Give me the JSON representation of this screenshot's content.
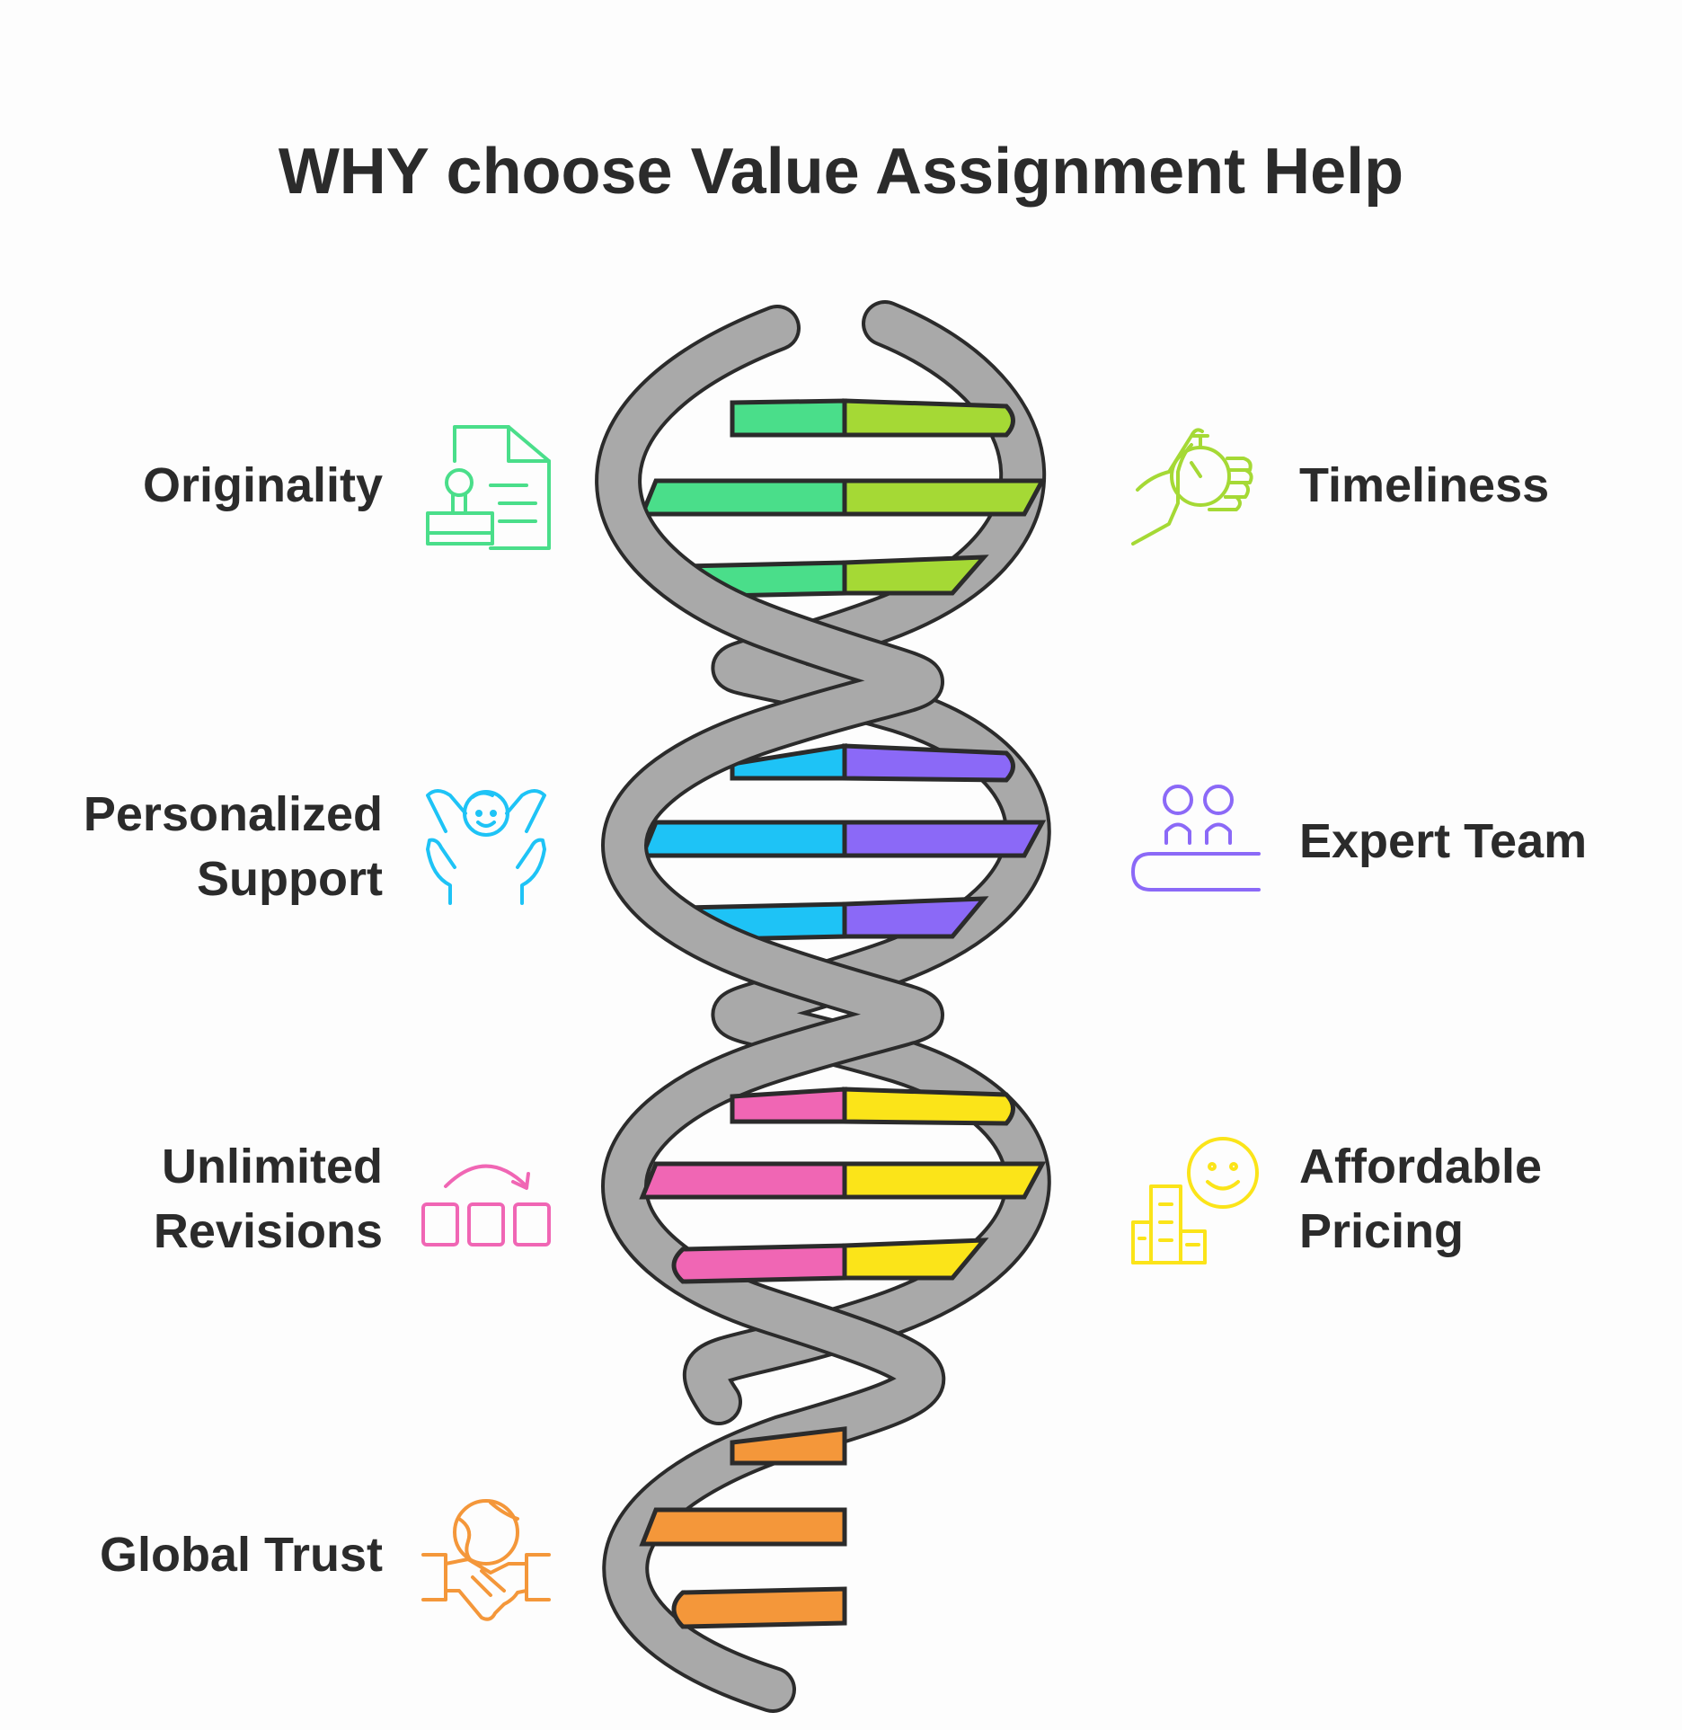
{
  "title": "WHY choose Value Assignment Help",
  "left_items": [
    {
      "label": "Originality",
      "icon": "document-stamp-icon",
      "color": "#4ade8a"
    },
    {
      "label": "Personalized\nSupport",
      "icon": "hands-support-icon",
      "color": "#1ec3f6"
    },
    {
      "label": "Unlimited\nRevisions",
      "icon": "revisions-cycle-icon",
      "color": "#f066b4"
    },
    {
      "label": "Global Trust",
      "icon": "globe-handshake-icon",
      "color": "#f4973a"
    }
  ],
  "right_items": [
    {
      "label": "Timeliness",
      "icon": "hand-stopwatch-icon",
      "color": "#a5d935"
    },
    {
      "label": "Expert Team",
      "icon": "team-icon",
      "color": "#8b69f7"
    },
    {
      "label": "Affordable\nPricing",
      "icon": "smile-buildings-icon",
      "color": "#fbe419"
    }
  ],
  "helix_color": "#a9a9a9"
}
